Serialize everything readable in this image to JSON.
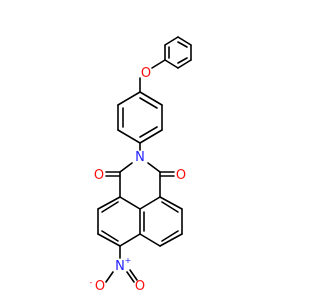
{
  "molecule": {
    "labels": {
      "ether_oxygen": "O",
      "imide_nitrogen": "N",
      "carbonyl_oxygen_left": "O",
      "carbonyl_oxygen_right": "O",
      "nitro_nitrogen": "N",
      "nitro_charge_plus": "+",
      "nitro_oxygen_left": "O",
      "nitro_charge_minus": "-",
      "nitro_oxygen_right": "O"
    },
    "colors": {
      "bond": "#000000",
      "oxygen": "#ff0d0d",
      "nitrogen": "#2020ff"
    }
  }
}
